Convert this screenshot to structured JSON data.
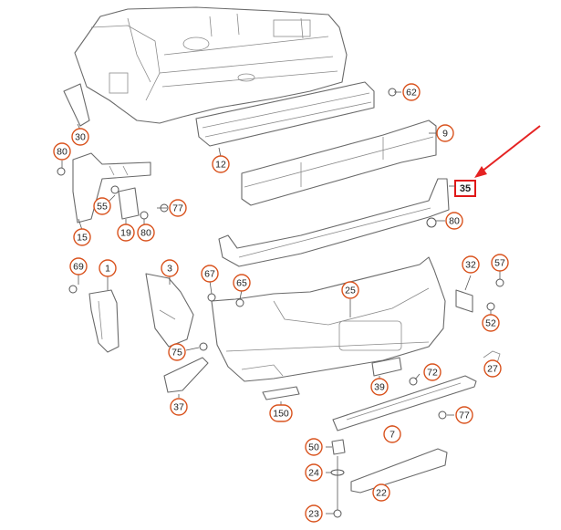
{
  "diagram": {
    "callouts": [
      "62",
      "9",
      "12",
      "30",
      "80",
      "15",
      "55",
      "77",
      "19",
      "80",
      "80",
      "69",
      "1",
      "3",
      "67",
      "65",
      "25",
      "32",
      "57",
      "52",
      "75",
      "37",
      "39",
      "72",
      "27",
      "150",
      "7",
      "77",
      "50",
      "24",
      "22",
      "23"
    ],
    "highlighted_callout": "35",
    "colors": {
      "callout_ring": "#d9531e",
      "highlight": "#e01818",
      "arrow": "#e52222",
      "linework": "#6a6a6a"
    }
  }
}
